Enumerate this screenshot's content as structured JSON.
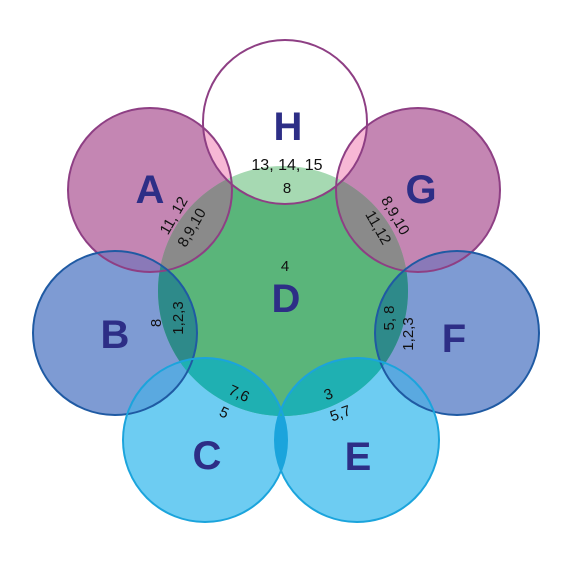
{
  "circles": {
    "A": {
      "label": "A",
      "color": "#c486b3",
      "stroke": "#8e3f84"
    },
    "B": {
      "label": "B",
      "color": "#7e9bd3",
      "stroke": "#1f5aa3"
    },
    "C": {
      "label": "C",
      "color": "#6dccf2",
      "stroke": "#1ba4dc"
    },
    "D": {
      "label": "D",
      "color": "#5ab57a",
      "stroke": "#4e9f6a"
    },
    "E": {
      "label": "E",
      "color": "#6dccf2",
      "stroke": "#1ba4dc"
    },
    "F": {
      "label": "F",
      "color": "#7e9bd3",
      "stroke": "#1f5aa3"
    },
    "G": {
      "label": "G",
      "color": "#c486b3",
      "stroke": "#8e3f84"
    },
    "H": {
      "label": "H",
      "color": "#ffffff",
      "stroke": "#8e3f84"
    }
  },
  "overlap_colors": {
    "h_d": "#a6d9b2",
    "h_ag": "#f7b8d5",
    "a_d": "#8a8a8a",
    "b_d": "#2e8a8a",
    "c_d": "#1fb0b2",
    "e_d": "#1fb0b2",
    "f_d": "#2e8a8a",
    "g_d": "#8a8a8a",
    "ab": "#8a79b8",
    "bc": "#5aa9e0",
    "ce": "#1ba4dc",
    "ef": "#5aa9e0",
    "fg": "#8a79b8"
  },
  "labels": {
    "h_top": "13, 14, 15",
    "h_d": "8",
    "d_center": "4",
    "a_outer": "11, 12",
    "a_inner": "8,9,10",
    "b_outer": "8",
    "b_inner": "1,2,3",
    "c_inner": "7,6",
    "c_outer": "5",
    "e_inner": "3",
    "e_outer": "5,7",
    "f_inner": "5, 8",
    "f_outer": "1,2,3",
    "g_outer": "8,9,10",
    "g_inner": "11,12"
  }
}
